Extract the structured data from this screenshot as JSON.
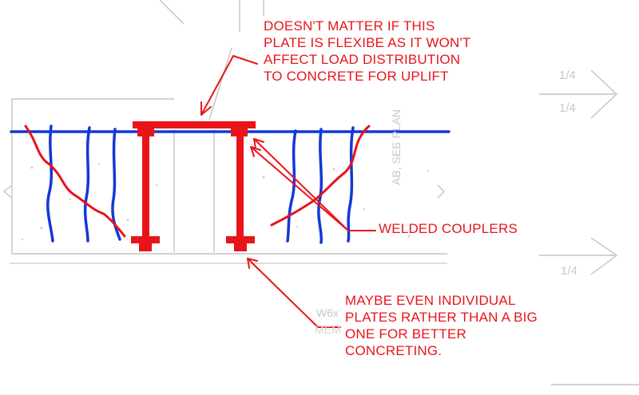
{
  "colors": {
    "annotation": "#e8141a",
    "rebar": "#1238d6",
    "background_drawing": "#c4c4c4"
  },
  "notes": {
    "plate": [
      "DOESN'T MATTER IF THIS",
      "PLATE IS FLEXIBE AS IT WON'T",
      "AFFECT LOAD DISTRIBUTION",
      "TO CONCRETE FOR UPLIFT"
    ],
    "couplers": "WELDED COUPLERS",
    "plates": [
      "MAYBE EVEN INDIVIDUAL",
      "PLATES RATHER THAN A BIG",
      "ONE FOR BETTER",
      "CONCRETING."
    ]
  },
  "background": {
    "fractions": [
      "1/4",
      "1/4",
      "1/4"
    ],
    "member_labels": [
      "W6x",
      "MEM"
    ],
    "slab_note": "AB, SEE PLAN"
  }
}
